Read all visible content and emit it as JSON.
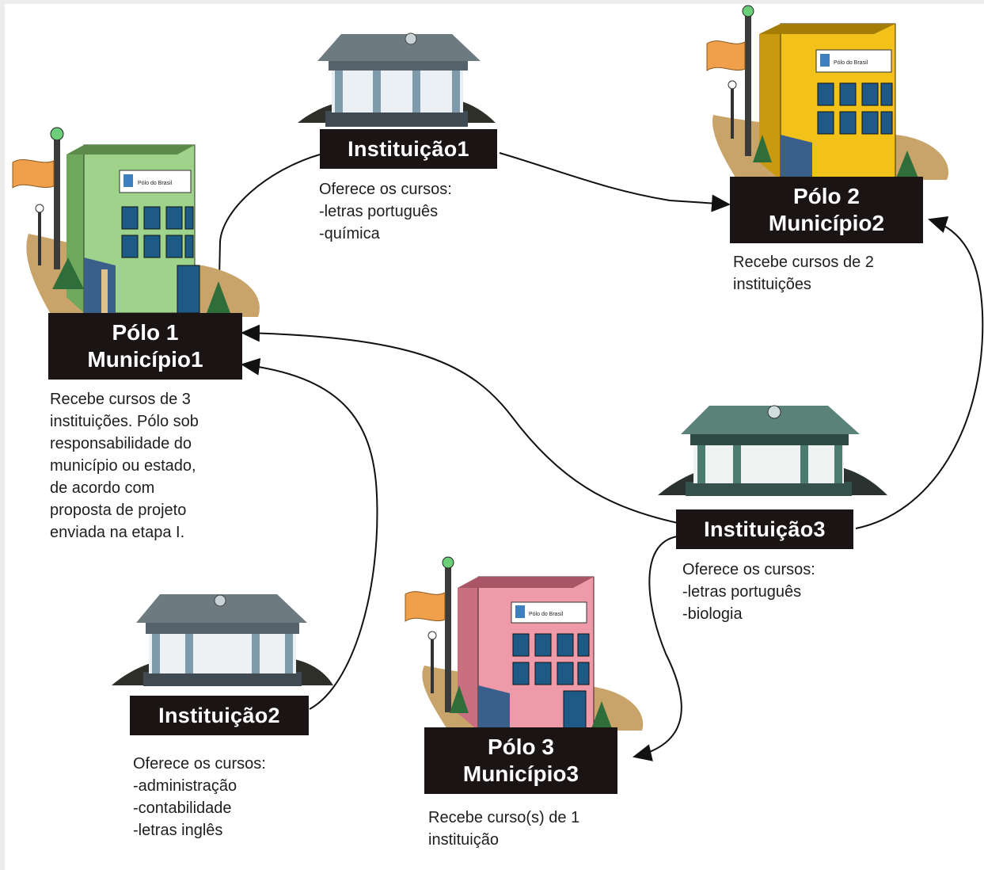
{
  "colors": {
    "label_bg": "#1b1414",
    "label_text": "#ffffff",
    "building_polo1": "#9fd28a",
    "building_polo2": "#f2c21b",
    "building_polo3": "#ee9aa8",
    "flag": "#f0a04a",
    "ground": "#c9a46a"
  },
  "icons": {
    "building": "office-building-icon",
    "institution": "institution-building-icon",
    "arrow": "arrow-connector"
  },
  "sign_text": "Pólo do Brasil",
  "institutions": [
    {
      "id": "inst1",
      "name": "Instituição1",
      "courses_header": "Oferece os cursos:",
      "courses": [
        "-letras português",
        "-química"
      ]
    },
    {
      "id": "inst2",
      "name": "Instituição2",
      "courses_header": "Oferece os cursos:",
      "courses": [
        "-administração",
        "-contabilidade",
        "-letras inglês"
      ]
    },
    {
      "id": "inst3",
      "name": "Instituição3",
      "courses_header": "Oferece os cursos:",
      "courses": [
        "-letras português",
        "-biologia"
      ]
    }
  ],
  "polos": [
    {
      "id": "polo1",
      "line1": "Pólo 1",
      "line2": "Município1",
      "description": [
        "Recebe cursos de 3",
        "instituições. Pólo sob",
        "responsabilidade do",
        "município ou estado,",
        "de acordo com",
        "proposta de projeto",
        "enviada na etapa I."
      ]
    },
    {
      "id": "polo2",
      "line1": "Pólo 2",
      "line2": "Município2",
      "description": [
        "Recebe cursos de 2",
        "instituições"
      ]
    },
    {
      "id": "polo3",
      "line1": "Pólo 3",
      "line2": "Município3",
      "description": [
        "Recebe curso(s) de 1",
        "instituição"
      ]
    }
  ]
}
